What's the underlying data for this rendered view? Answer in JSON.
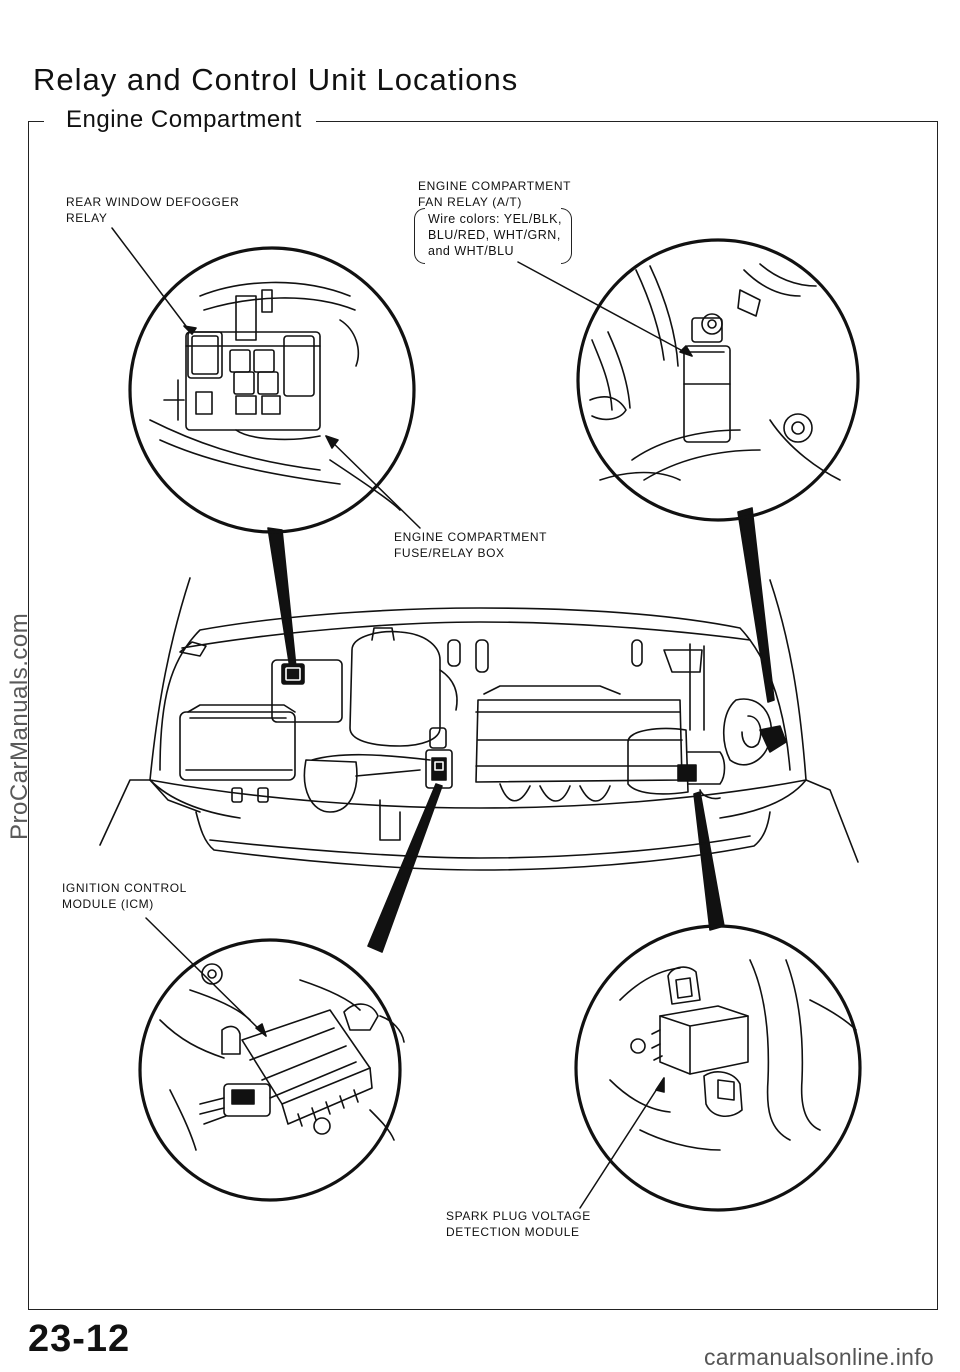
{
  "page": {
    "title": "Relay and Control Unit Locations",
    "section": "Engine Compartment",
    "page_number": "23-12"
  },
  "callouts": {
    "rear_defogger": {
      "line1": "REAR WINDOW DEFOGGER",
      "line2": "RELAY"
    },
    "fan_relay": {
      "line1": "ENGINE  COMPARTMENT",
      "line2": "FAN  RELAY  (A/T)"
    },
    "wire_colors": {
      "line1": "Wire colors: YEL/BLK,",
      "line2": "BLU/RED,  WHT/GRN,",
      "line3": "and  WHT/BLU"
    },
    "fuse_box": {
      "line1": "ENGINE COMPARTMENT",
      "line2": "FUSE/RELAY  BOX"
    },
    "icm": {
      "line1": "IGNITION  CONTROL",
      "line2": "MODULE  (ICM)"
    },
    "spark": {
      "line1": "SPARK PLUG VOLTAGE",
      "line2": "DETECTION  MODULE"
    }
  },
  "watermarks": {
    "left": "ProCarManuals.com",
    "bottom": "carmanualsonline.info"
  }
}
